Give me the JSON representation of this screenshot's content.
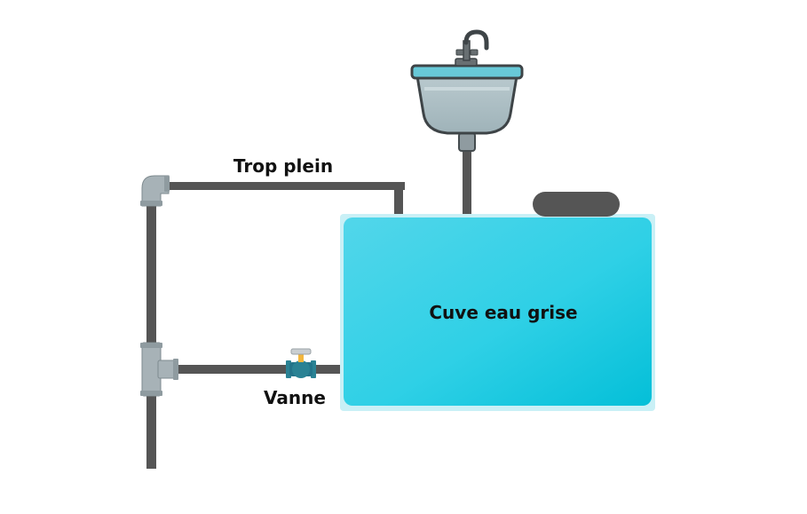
{
  "labels": {
    "overflow": "Trop plein",
    "valve": "Vanne",
    "tank": "Cuve eau grise"
  },
  "icons": {
    "sink": "sink-icon",
    "faucet": "faucet-icon",
    "valve": "valve-icon",
    "tank_lid": "tank-lid-icon",
    "elbow": "elbow-fitting-icon",
    "tee": "tee-fitting-icon"
  },
  "colors": {
    "pipe": "#555555",
    "fitting": "#a7b2b7",
    "tank_water": "#1ecfe3",
    "tank_border": "#c9f0f6",
    "sink_basin": "#a8bcc2",
    "sink_rim": "#68c9d8",
    "valve_body": "#2a8294",
    "label_text": "#111111"
  }
}
